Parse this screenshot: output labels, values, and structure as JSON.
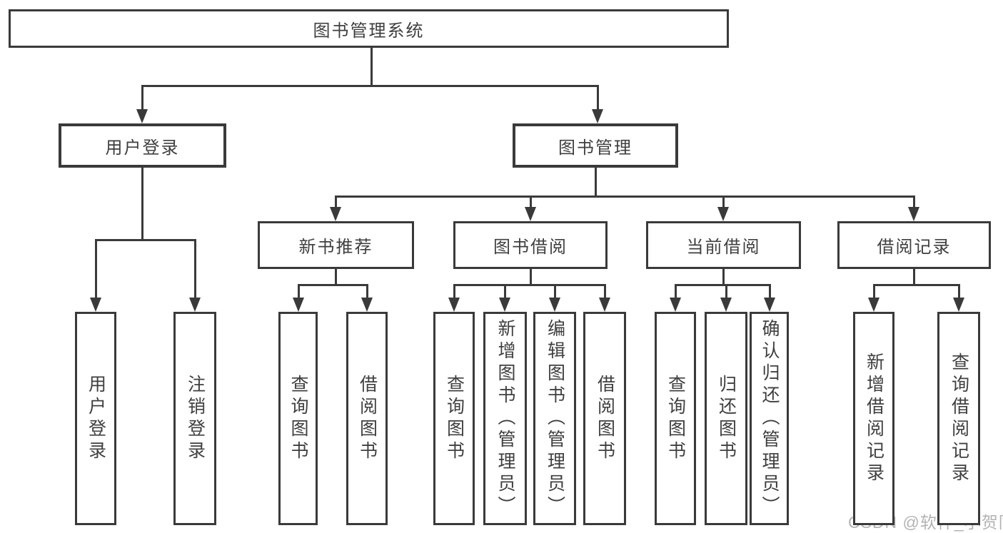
{
  "diagram": {
    "type": "hierarchy-tree",
    "title": "图书管理系统",
    "watermark": "CSDN @软件_小贺同学",
    "colors": {
      "line": "#3a3a3a",
      "text": "#3f3f3f",
      "watermark": "#b3b3b3",
      "background": "#ffffff"
    },
    "nodes": [
      {
        "label": "图书管理系统"
      },
      {
        "label": "用户登录"
      },
      {
        "label": "图书管理"
      },
      {
        "label": "新书推荐"
      },
      {
        "label": "图书借阅"
      },
      {
        "label": "当前借阅"
      },
      {
        "label": "借阅记录"
      },
      {
        "label": "用户登录"
      },
      {
        "label": "注销登录"
      },
      {
        "label": "查询图书"
      },
      {
        "label": "借阅图书"
      },
      {
        "label": "查询图书"
      },
      {
        "label": "新增图书（管理员）"
      },
      {
        "label": "编辑图书（管理员）"
      },
      {
        "label": "借阅图书"
      },
      {
        "label": "查询图书"
      },
      {
        "label": "归还图书"
      },
      {
        "label": "确认归还（管理员）"
      },
      {
        "label": "新增借阅记录"
      },
      {
        "label": "查询借阅记录"
      }
    ],
    "edges": [
      {
        "from": 0,
        "to": [
          1,
          2
        ]
      },
      {
        "from": 1,
        "to": [
          7,
          8
        ]
      },
      {
        "from": 2,
        "to": [
          3,
          4,
          5,
          6
        ]
      },
      {
        "from": 3,
        "to": [
          9,
          10
        ]
      },
      {
        "from": 4,
        "to": [
          11,
          12,
          13,
          14
        ]
      },
      {
        "from": 5,
        "to": [
          15,
          16,
          17
        ]
      },
      {
        "from": 6,
        "to": [
          18,
          19
        ]
      }
    ]
  }
}
